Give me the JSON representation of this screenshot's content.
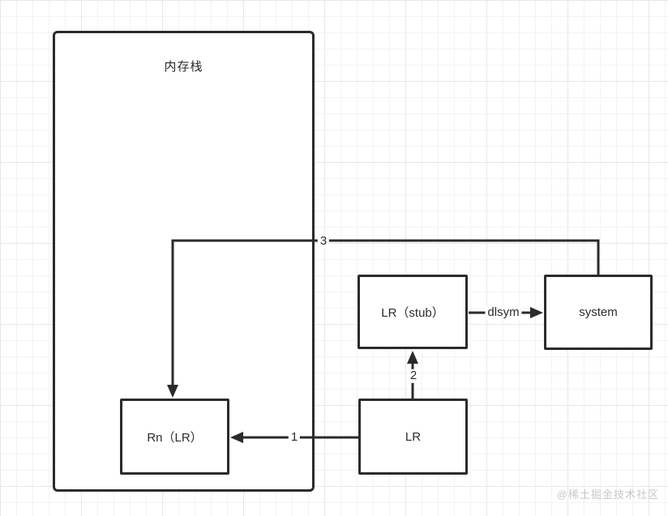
{
  "diagram": {
    "title_box": {
      "label": "内存栈"
    },
    "nodes": {
      "rn_lr": {
        "label": "Rn（LR）"
      },
      "lr_stub": {
        "label": "LR（stub）"
      },
      "system": {
        "label": "system"
      },
      "lr": {
        "label": "LR"
      }
    },
    "edge_labels": {
      "step1": "1",
      "step2": "2",
      "step3": "3",
      "dlsym": "dlsym"
    },
    "colors": {
      "stroke": "#2b2b2b",
      "node_fill": "#ffffff",
      "grid_minor": "#f3f3f3",
      "grid_major": "#e7e7e7",
      "watermark_text": "#c8c8c8"
    }
  },
  "watermark": "@稀土掘金技术社区"
}
